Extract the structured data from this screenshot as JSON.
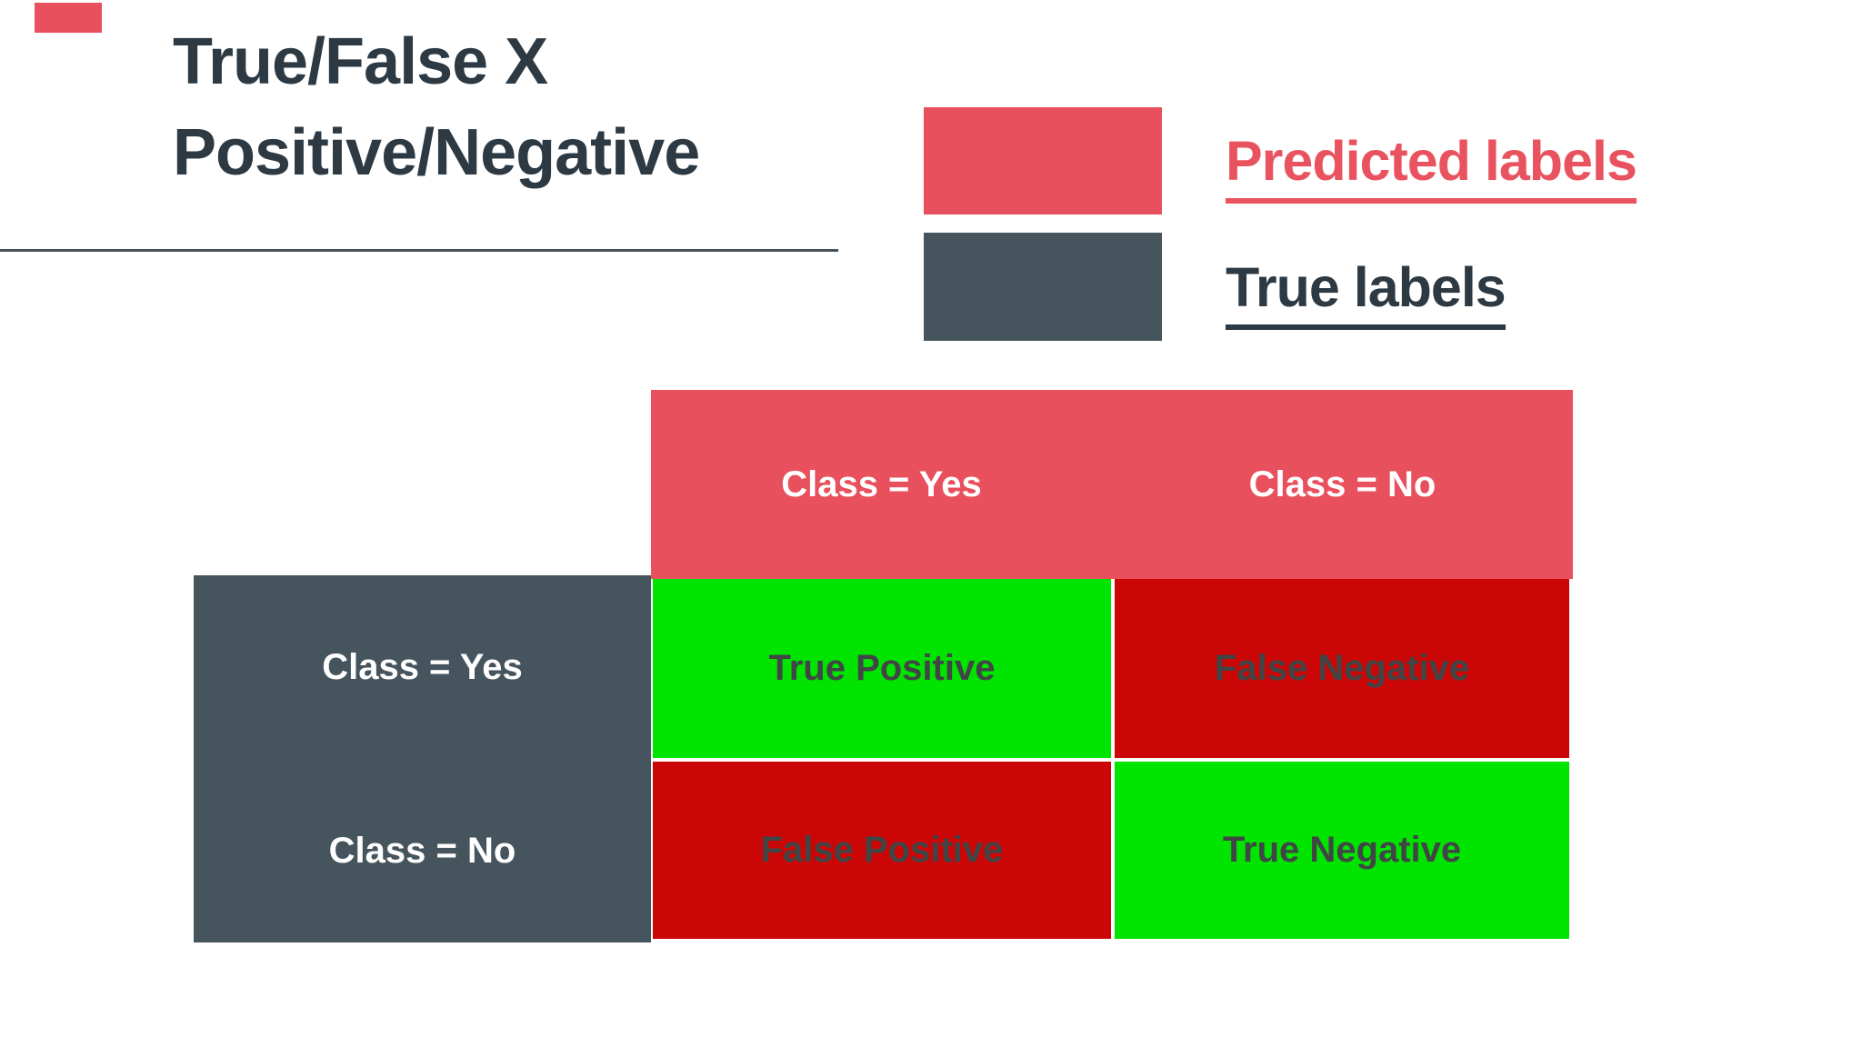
{
  "decor": {
    "corner_mark_color": "#e9505d"
  },
  "title": {
    "line1": "True/False X",
    "line2": "Positive/Negative",
    "color": "#2d3a44"
  },
  "legend": {
    "items": [
      {
        "label": "Predicted labels",
        "swatch_color": "#e9505d",
        "label_color": "#e9535f"
      },
      {
        "label": "True labels",
        "swatch_color": "#46545e",
        "label_color": "#2d3a44"
      }
    ]
  },
  "matrix": {
    "predicted_header": {
      "bg": "#e9505d",
      "text_color": "#ffffff",
      "cols": [
        {
          "label": "Class = Yes"
        },
        {
          "label": "Class = No"
        }
      ]
    },
    "true_header": {
      "bg": "#46545e",
      "text_color": "#ffffff",
      "rows": [
        {
          "label": "Class = Yes"
        },
        {
          "label": "Class = No"
        }
      ]
    },
    "cell_text_color": "#414546",
    "cells": [
      {
        "label": "True Positive",
        "bg": "#00e400",
        "row": "Class = Yes",
        "col": "Class = Yes"
      },
      {
        "label": "False Negative",
        "bg": "#cb0606",
        "row": "Class = Yes",
        "col": "Class = No"
      },
      {
        "label": "False Positive",
        "bg": "#cb0606",
        "row": "Class = No",
        "col": "Class = Yes"
      },
      {
        "label": "True Negative",
        "bg": "#00e400",
        "row": "Class = No",
        "col": "Class = No"
      }
    ]
  }
}
